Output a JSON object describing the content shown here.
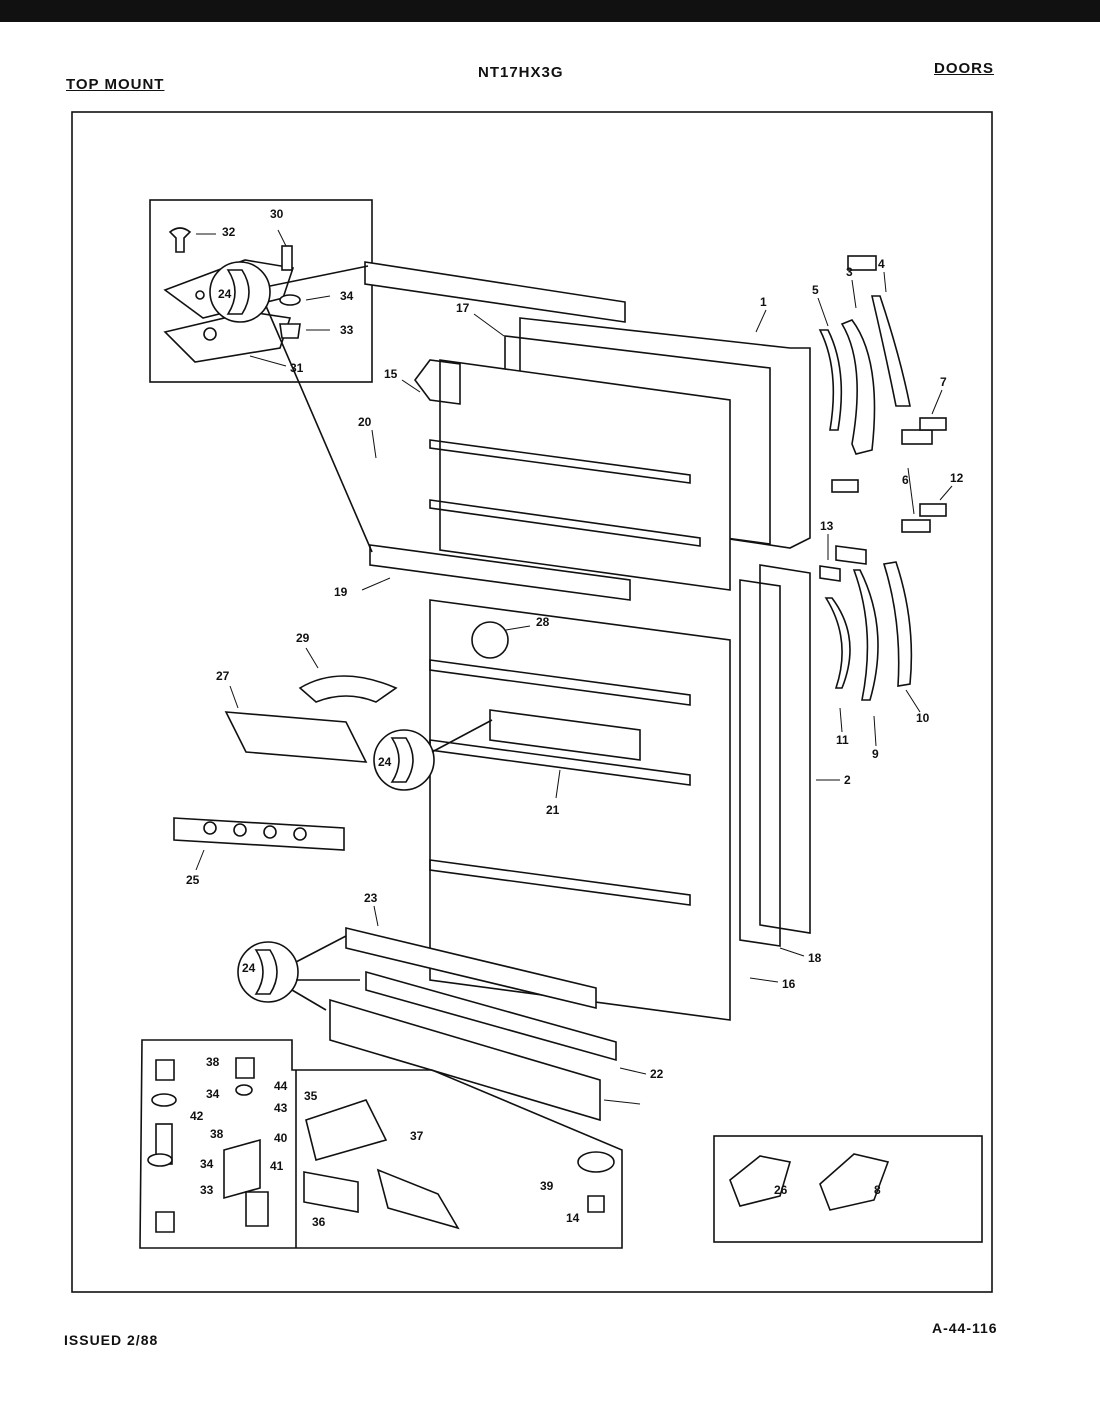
{
  "header": {
    "left": "TOP MOUNT",
    "center": "NT17HX3G",
    "right": "DOORS"
  },
  "footer": {
    "left": "ISSUED 2/88",
    "right": "A-44-116"
  },
  "callouts": {
    "c1": "1",
    "c2": "2",
    "c3": "3",
    "c4": "4",
    "c5": "5",
    "c6": "6",
    "c7": "7",
    "c8": "8",
    "c9": "9",
    "c10": "10",
    "c11": "11",
    "c12": "12",
    "c13": "13",
    "c14": "14",
    "c15": "15",
    "c16": "16",
    "c17": "17",
    "c18": "18",
    "c19": "19",
    "c20": "20",
    "c21": "21",
    "c22": "22",
    "c23": "23",
    "c24": "24",
    "c25": "25",
    "c26": "26",
    "c27": "27",
    "c28": "28",
    "c29": "29",
    "c30": "30",
    "c31": "31",
    "c32": "32",
    "c33": "33",
    "c34": "34",
    "c35": "35",
    "c36": "36",
    "c37": "37",
    "c38": "38",
    "c39": "39",
    "c40": "40",
    "c41": "41",
    "c42": "42",
    "c43": "43",
    "c44": "44"
  }
}
